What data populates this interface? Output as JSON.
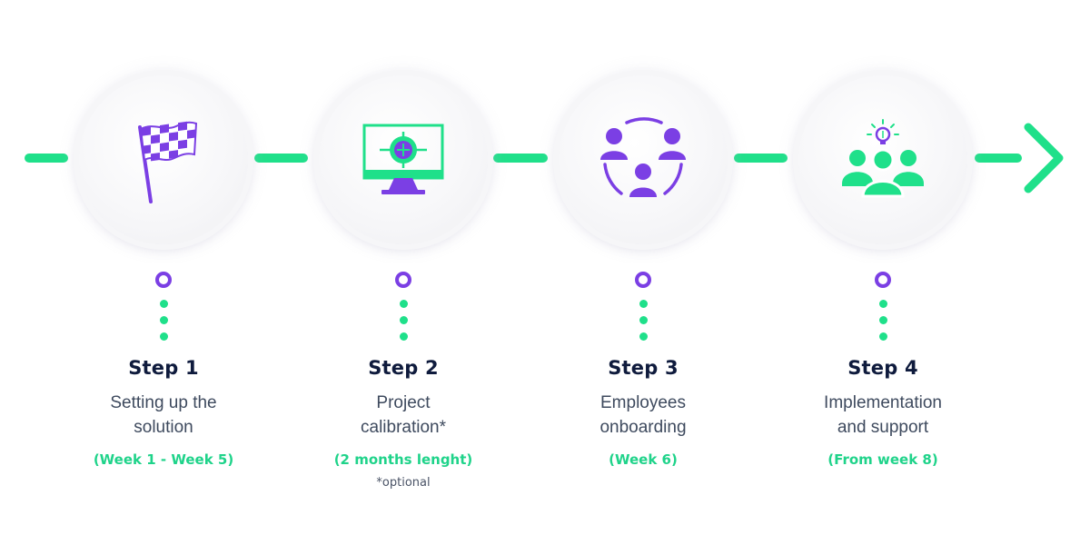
{
  "colors": {
    "accent_green": "#1fe08a",
    "accent_purple": "#7b3fe4",
    "title": "#0f1b3d",
    "text": "#3e4a5e"
  },
  "steps": [
    {
      "title": "Step 1",
      "description": "Setting up the\nsolution",
      "duration": "(Week 1 - Week 5)",
      "note": "",
      "icon": "checkered-flag-icon"
    },
    {
      "title": "Step 2",
      "description": "Project\ncalibration*",
      "duration": "(2 months lenght)",
      "note": "*optional",
      "icon": "target-monitor-icon"
    },
    {
      "title": "Step 3",
      "description": "Employees\nonboarding",
      "duration": "(Week 6)",
      "note": "",
      "icon": "people-cycle-icon"
    },
    {
      "title": "Step 4",
      "description": "Implementation\nand support",
      "duration": "(From week 8)",
      "note": "",
      "icon": "team-idea-icon"
    }
  ]
}
